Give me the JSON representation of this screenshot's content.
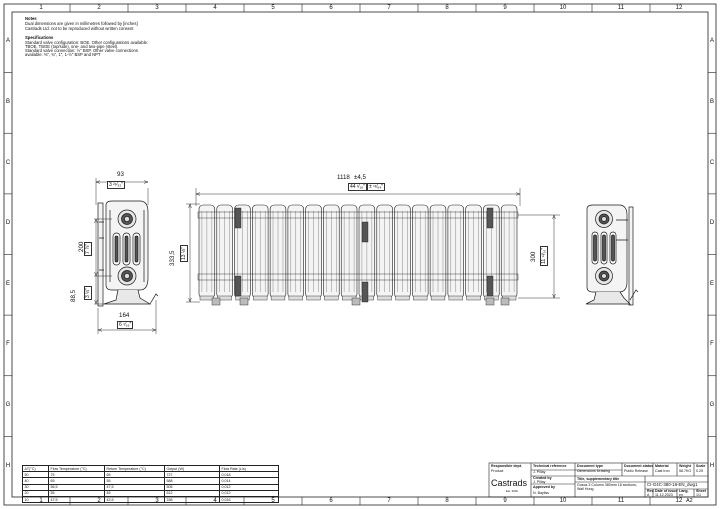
{
  "border": {
    "columns": [
      "1",
      "2",
      "3",
      "4",
      "5",
      "6",
      "7",
      "8",
      "9",
      "10",
      "11",
      "12"
    ],
    "rows": [
      "A",
      "B",
      "C",
      "D",
      "E",
      "F",
      "G",
      "H"
    ],
    "sheet_size": "A2"
  },
  "notes": {
    "title": "Notes",
    "lines": [
      "Dual dimensions are given in millimetres followed by [inches]",
      "Castrads Ltd. not to be reproduced without written consent"
    ]
  },
  "specifications": {
    "title": "Specifications",
    "lines": [
      "Standard valve configuration: BOE. Other configurations available:",
      "TBOE, TBOE (top/side), one- and two-pipe (steel).",
      "Standard valve connection: ½\" BSP. Other valve connections",
      "available: ⅜\", ¾\", 1\", 1-½\" BSP and NPT"
    ]
  },
  "dimensions": {
    "side_width_top": "93",
    "side_width_top_in": "3 ²¹⁄₃₂\"",
    "center_height": "200",
    "center_height_in": "7 ⅞\"",
    "bottom_offset": "88,5",
    "bottom_offset_in": "3 ½\"",
    "side_depth": "164",
    "side_depth_in": "6 ⁷⁄₁₆\"",
    "overall_length": "1118",
    "overall_length_tol": "±4,5",
    "overall_length_in": "44 ¹⁄₁₆\"",
    "overall_length_tol_in": "± ¹¹⁄₆₄\"",
    "overall_height": "333,5",
    "overall_height_in": "13 ⅛\"",
    "connection_centres": "300",
    "connection_centres_in": "11 ¹³⁄₁₆\""
  },
  "flow_table": {
    "headers": [
      "ΔT(°C)",
      "Flow Temperature (°C)",
      "Return Temperature (°C)",
      "Output (W)",
      "Flow Rate (L/s)"
    ],
    "rows": [
      [
        "50",
        "75",
        "65",
        "727",
        "0,018"
      ],
      [
        "40",
        "65",
        "55",
        "588",
        "0,014"
      ],
      [
        "30",
        "56,5",
        "47,5",
        "505",
        "0,012"
      ],
      [
        "20",
        "55",
        "45",
        "512",
        "0,012"
      ],
      [
        "10",
        "47,5",
        "42,5",
        "336",
        "0,016"
      ]
    ]
  },
  "title_block": {
    "company": "Castrads",
    "company_sub": "Est. 2000",
    "responsible_dept_label": "Responsible dept.",
    "responsible_dept": "Product",
    "technical_ref_label": "Technical reference",
    "technical_ref": "J. Pillay",
    "created_by_label": "Created by",
    "created_by": "J. Pillay",
    "approved_by_label": "Approved by",
    "approved_by": "N. Bayliss",
    "doc_type_label": "Document type",
    "doc_type": "Dimensions Drawing",
    "doc_status_label": "Document status",
    "doc_status": "Public Release",
    "material_label": "Material",
    "material": "Cast Iron",
    "weight_label": "Weight",
    "weight": "58.7KG",
    "scale_label": "Scale",
    "scale": "0.25",
    "title_label": "Title, supplementary title",
    "title_lines": [
      "Gusca 3 Column 380mm 18 sections,",
      "Wall Hung"
    ],
    "doc_number": "CI-G4C-380-18-EN_dwg1",
    "rev_label": "Rev.",
    "rev": "A",
    "date_label": "Date of issue",
    "date": "11.12.2023",
    "lang_label": "Lang.",
    "lang": "en",
    "sheet_label": "Sheet",
    "sheet": "1/1"
  },
  "colors": {
    "line": "#1a1a1a",
    "radiator_fill": "#f4f4f4",
    "dark": "#333333"
  }
}
